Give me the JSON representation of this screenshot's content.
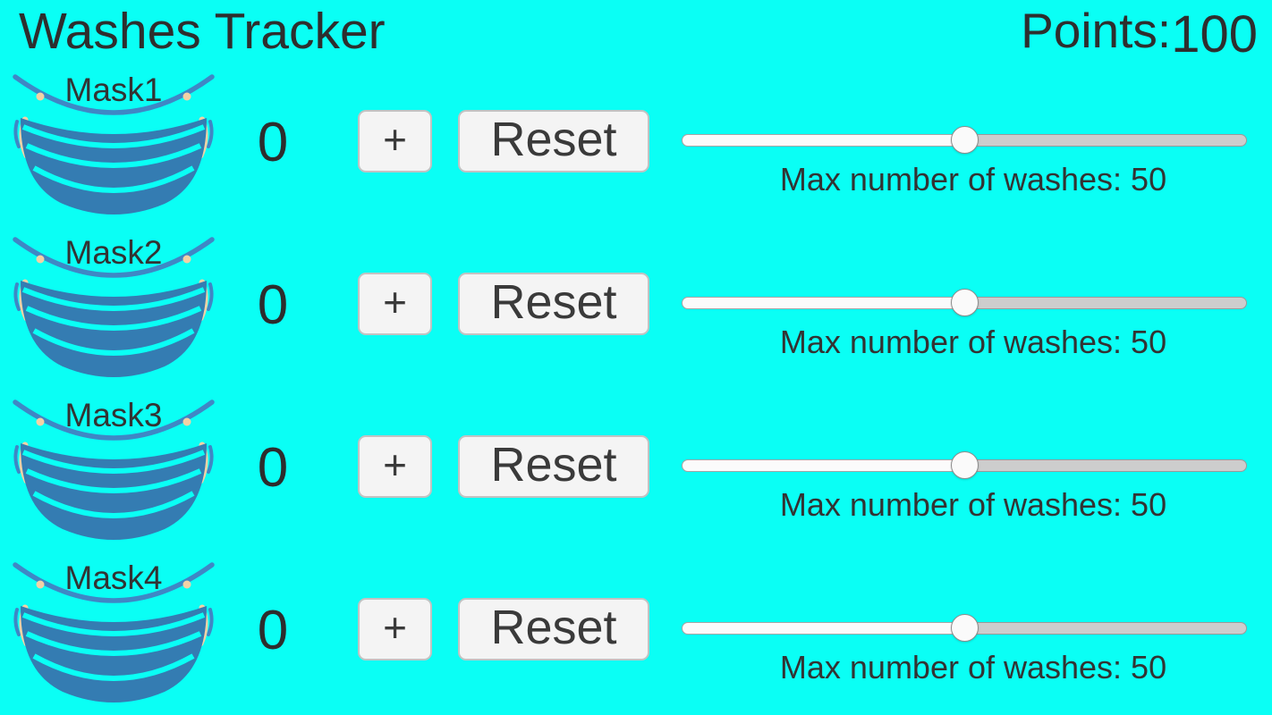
{
  "header": {
    "title": "Washes Tracker",
    "points_label": "Points:",
    "points_value": "100"
  },
  "masks": [
    {
      "name": "Mask1",
      "count": "0",
      "plus_label": "+",
      "reset_label": "Reset",
      "slider_percent": 50,
      "max_label": "Max number of washes: 50"
    },
    {
      "name": "Mask2",
      "count": "0",
      "plus_label": "+",
      "reset_label": "Reset",
      "slider_percent": 50,
      "max_label": "Max number of washes: 50"
    },
    {
      "name": "Mask3",
      "count": "0",
      "plus_label": "+",
      "reset_label": "Reset",
      "slider_percent": 50,
      "max_label": "Max number of washes: 50"
    },
    {
      "name": "Mask4",
      "count": "0",
      "plus_label": "+",
      "reset_label": "Reset",
      "slider_percent": 50,
      "max_label": "Max number of washes: 50"
    }
  ],
  "colors": {
    "background": "#0afff5",
    "text": "#303030",
    "mask_body": "#347cb2",
    "mask_strap": "#3f87c5",
    "mask_ear": "#f3d2a6",
    "button_bg": "#f4f4f4",
    "button_border": "#c2c2c2",
    "slider_fill": "#fbfbfb",
    "slider_track": "#cdcdcd",
    "slider_thumb": "#fafafa"
  }
}
